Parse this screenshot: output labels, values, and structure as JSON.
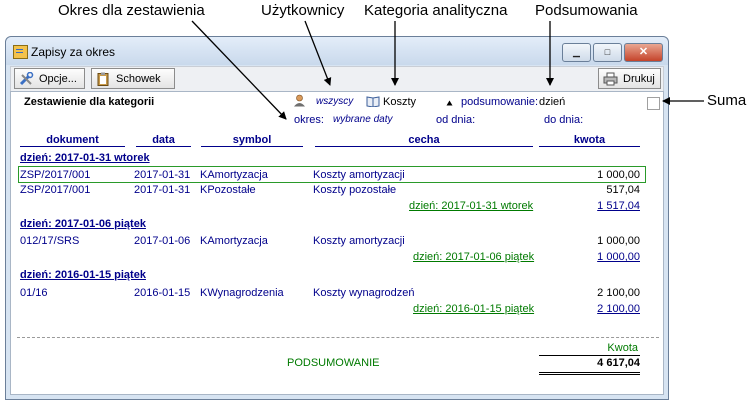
{
  "callouts": {
    "okres_dla_zestawienia": "Okres dla zestawienia",
    "uzytkownicy": "Użytkownicy",
    "kategoria_analityczna": "Kategoria analityczna",
    "podsumowania": "Podsumowania",
    "suma": "Suma"
  },
  "window": {
    "title": "Zapisy za okres",
    "minimize": "▁",
    "maximize": "□",
    "close": "✕"
  },
  "toolbar": {
    "opcje": "Opcje...",
    "schowek": "Schowek",
    "drukuj": "Drukuj"
  },
  "report": {
    "title": "Zestawienie dla kategorii",
    "users_value": "wszyscy",
    "category_value": "Koszty",
    "summary_label": "podsumowanie:",
    "summary_value": "dzień",
    "okres_label": "okres:",
    "okres_value": "wybrane daty",
    "od_dnia": "od dnia:",
    "do_dnia": "do dnia:",
    "columns": [
      "dokument",
      "data",
      "symbol",
      "cecha",
      "kwota"
    ],
    "groups": [
      {
        "header": "dzień: 2017-01-31 wtorek",
        "rows": [
          {
            "dokument": "ZSP/2017/001",
            "data": "2017-01-31",
            "symbol": "KAmortyzacja",
            "cecha": "Koszty amortyzacji",
            "kwota": "1 000,00"
          },
          {
            "dokument": "ZSP/2017/001",
            "data": "2017-01-31",
            "symbol": "KPozostałe",
            "cecha": "Koszty pozostałe",
            "kwota": "517,04"
          }
        ],
        "subtotal_label": "dzień: 2017-01-31 wtorek",
        "subtotal": "1 517,04"
      },
      {
        "header": "dzień: 2017-01-06 piątek",
        "rows": [
          {
            "dokument": "012/17/SRS",
            "data": "2017-01-06",
            "symbol": "KAmortyzacja",
            "cecha": "Koszty amortyzacji",
            "kwota": "1 000,00"
          }
        ],
        "subtotal_label": "dzień: 2017-01-06 piątek",
        "subtotal": "1 000,00"
      },
      {
        "header": "dzień: 2016-01-15 piątek",
        "rows": [
          {
            "dokument": "01/16",
            "data": "2016-01-15",
            "symbol": "KWynagrodzenia",
            "cecha": "Koszty wynagrodzeń",
            "kwota": "2 100,00"
          }
        ],
        "subtotal_label": "dzień: 2016-01-15 piątek",
        "subtotal": "2 100,00"
      }
    ],
    "footer": {
      "kwota_label": "Kwota",
      "summary_label": "PODSUMOWANIE",
      "total": "4 617,04"
    }
  },
  "colors": {
    "link_blue": "#00008b",
    "subtotal_green": "#007a00"
  }
}
